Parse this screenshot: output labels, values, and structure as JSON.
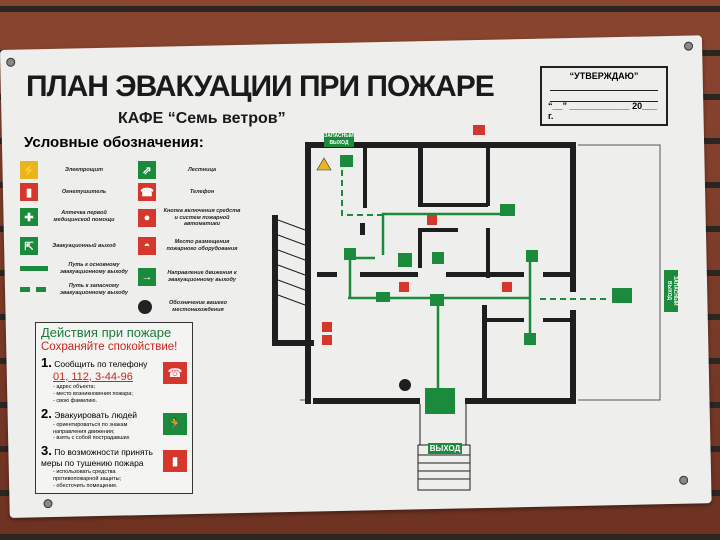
{
  "sign": {
    "title": "ПЛАН ЭВАКУАЦИИ ПРИ ПОЖАРЕ",
    "subtitle": "КАФЕ “Семь ветров”",
    "approval": {
      "heading": "“УТВЕРЖДАЮ”",
      "date_line": "“__” ____________ 20___ г."
    },
    "legend": {
      "title": "Условные обозначения:",
      "items": [
        {
          "icon": "electrical-panel-icon",
          "label": "Электрощит"
        },
        {
          "icon": "fire-extinguisher-icon",
          "label": "Огнетушитель"
        },
        {
          "icon": "first-aid-icon",
          "label": "Аптечка первой медицинской помощи"
        },
        {
          "icon": "emergency-exit-icon",
          "label": "Эвакуационный выход"
        },
        {
          "icon": "main-route-line",
          "label": "Путь к основному эвакуационному выходу"
        },
        {
          "icon": "reserve-route-dashed-line",
          "label": "Путь к запасному эвакуационному выходу"
        },
        {
          "icon": "stairs-icon",
          "label": "Лестница"
        },
        {
          "icon": "phone-icon",
          "label": "Телефон"
        },
        {
          "icon": "fire-alarm-button-icon",
          "label": "Кнопка включения средств и систем пожарной автоматики"
        },
        {
          "icon": "fire-equipment-icon",
          "label": "Место размещения пожарного оборудования"
        },
        {
          "icon": "direction-to-exit-icon",
          "label": "Направление движения к эвакуационному выходу"
        },
        {
          "icon": "you-are-here-icon",
          "label": "Обозначение вашего местонахождения"
        }
      ]
    },
    "actions": {
      "title": "Действия при пожаре",
      "calm": "Сохраняйте спокойствие!",
      "steps": [
        {
          "num": "1.",
          "text": "Сообщить по телефону",
          "phone": "01, 112, 3-44-96",
          "bullets": [
            "- адрес объекта;",
            "- место возникновения пожара;",
            "- свою фамилию."
          ]
        },
        {
          "num": "2.",
          "text": "Эвакуировать людей",
          "bullets": [
            "- ориентироваться по знакам направления движения;",
            "- взять с собой пострадавших"
          ]
        },
        {
          "num": "3.",
          "text": "По возможности принять меры по тушению пожара",
          "bullets": [
            "- использовать средства противопожарной защиты;",
            "- обесточить помещение."
          ]
        }
      ]
    },
    "plan": {
      "exit_main": "ВЫХОД",
      "exit_reserve_top": "ЗАПАСНЫЙ ВЫХОД",
      "exit_reserve_right": "ЗАПАСНЫЙ ВЫХОД"
    },
    "colors": {
      "green": "#1c8a3c",
      "red": "#d6372c",
      "wall": "#1e1e1e"
    }
  }
}
